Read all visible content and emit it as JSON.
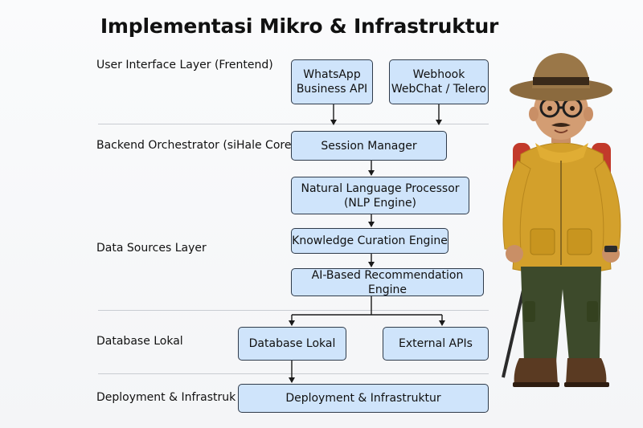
{
  "title": "Implementasi Mikro & Infrastruktur",
  "layers": [
    {
      "id": "ui",
      "label": "User Interface Layer (Frentend)"
    },
    {
      "id": "backend",
      "label": "Backend Orchestrator (siHale Core)"
    },
    {
      "id": "data",
      "label": "Data Sources Layer"
    },
    {
      "id": "db",
      "label": "Database Lokal"
    },
    {
      "id": "deploy",
      "label": "Deployment & Infrastruk"
    }
  ],
  "nodes": {
    "whatsapp": {
      "line1": "WhatsApp",
      "line2": "Business API"
    },
    "webhook": {
      "line1": "Webhook",
      "line2": "WebChat / Telero"
    },
    "session": {
      "label": "Session Manager"
    },
    "nlp": {
      "line1": "Natural Language Processor",
      "line2": "(NLP Engine)"
    },
    "curation": {
      "label": "Knowledge Curation Engine"
    },
    "recommend": {
      "label": "AI-Based Recommendation Engine"
    },
    "database": {
      "label": "Database Lokal"
    },
    "external": {
      "label": "External APIs"
    },
    "deployment": {
      "label": "Deployment & Infrastruktur"
    }
  },
  "colors": {
    "box_fill": "#cfe4fb",
    "box_border": "#2f3b4a",
    "arrow": "#1a1a1a"
  }
}
